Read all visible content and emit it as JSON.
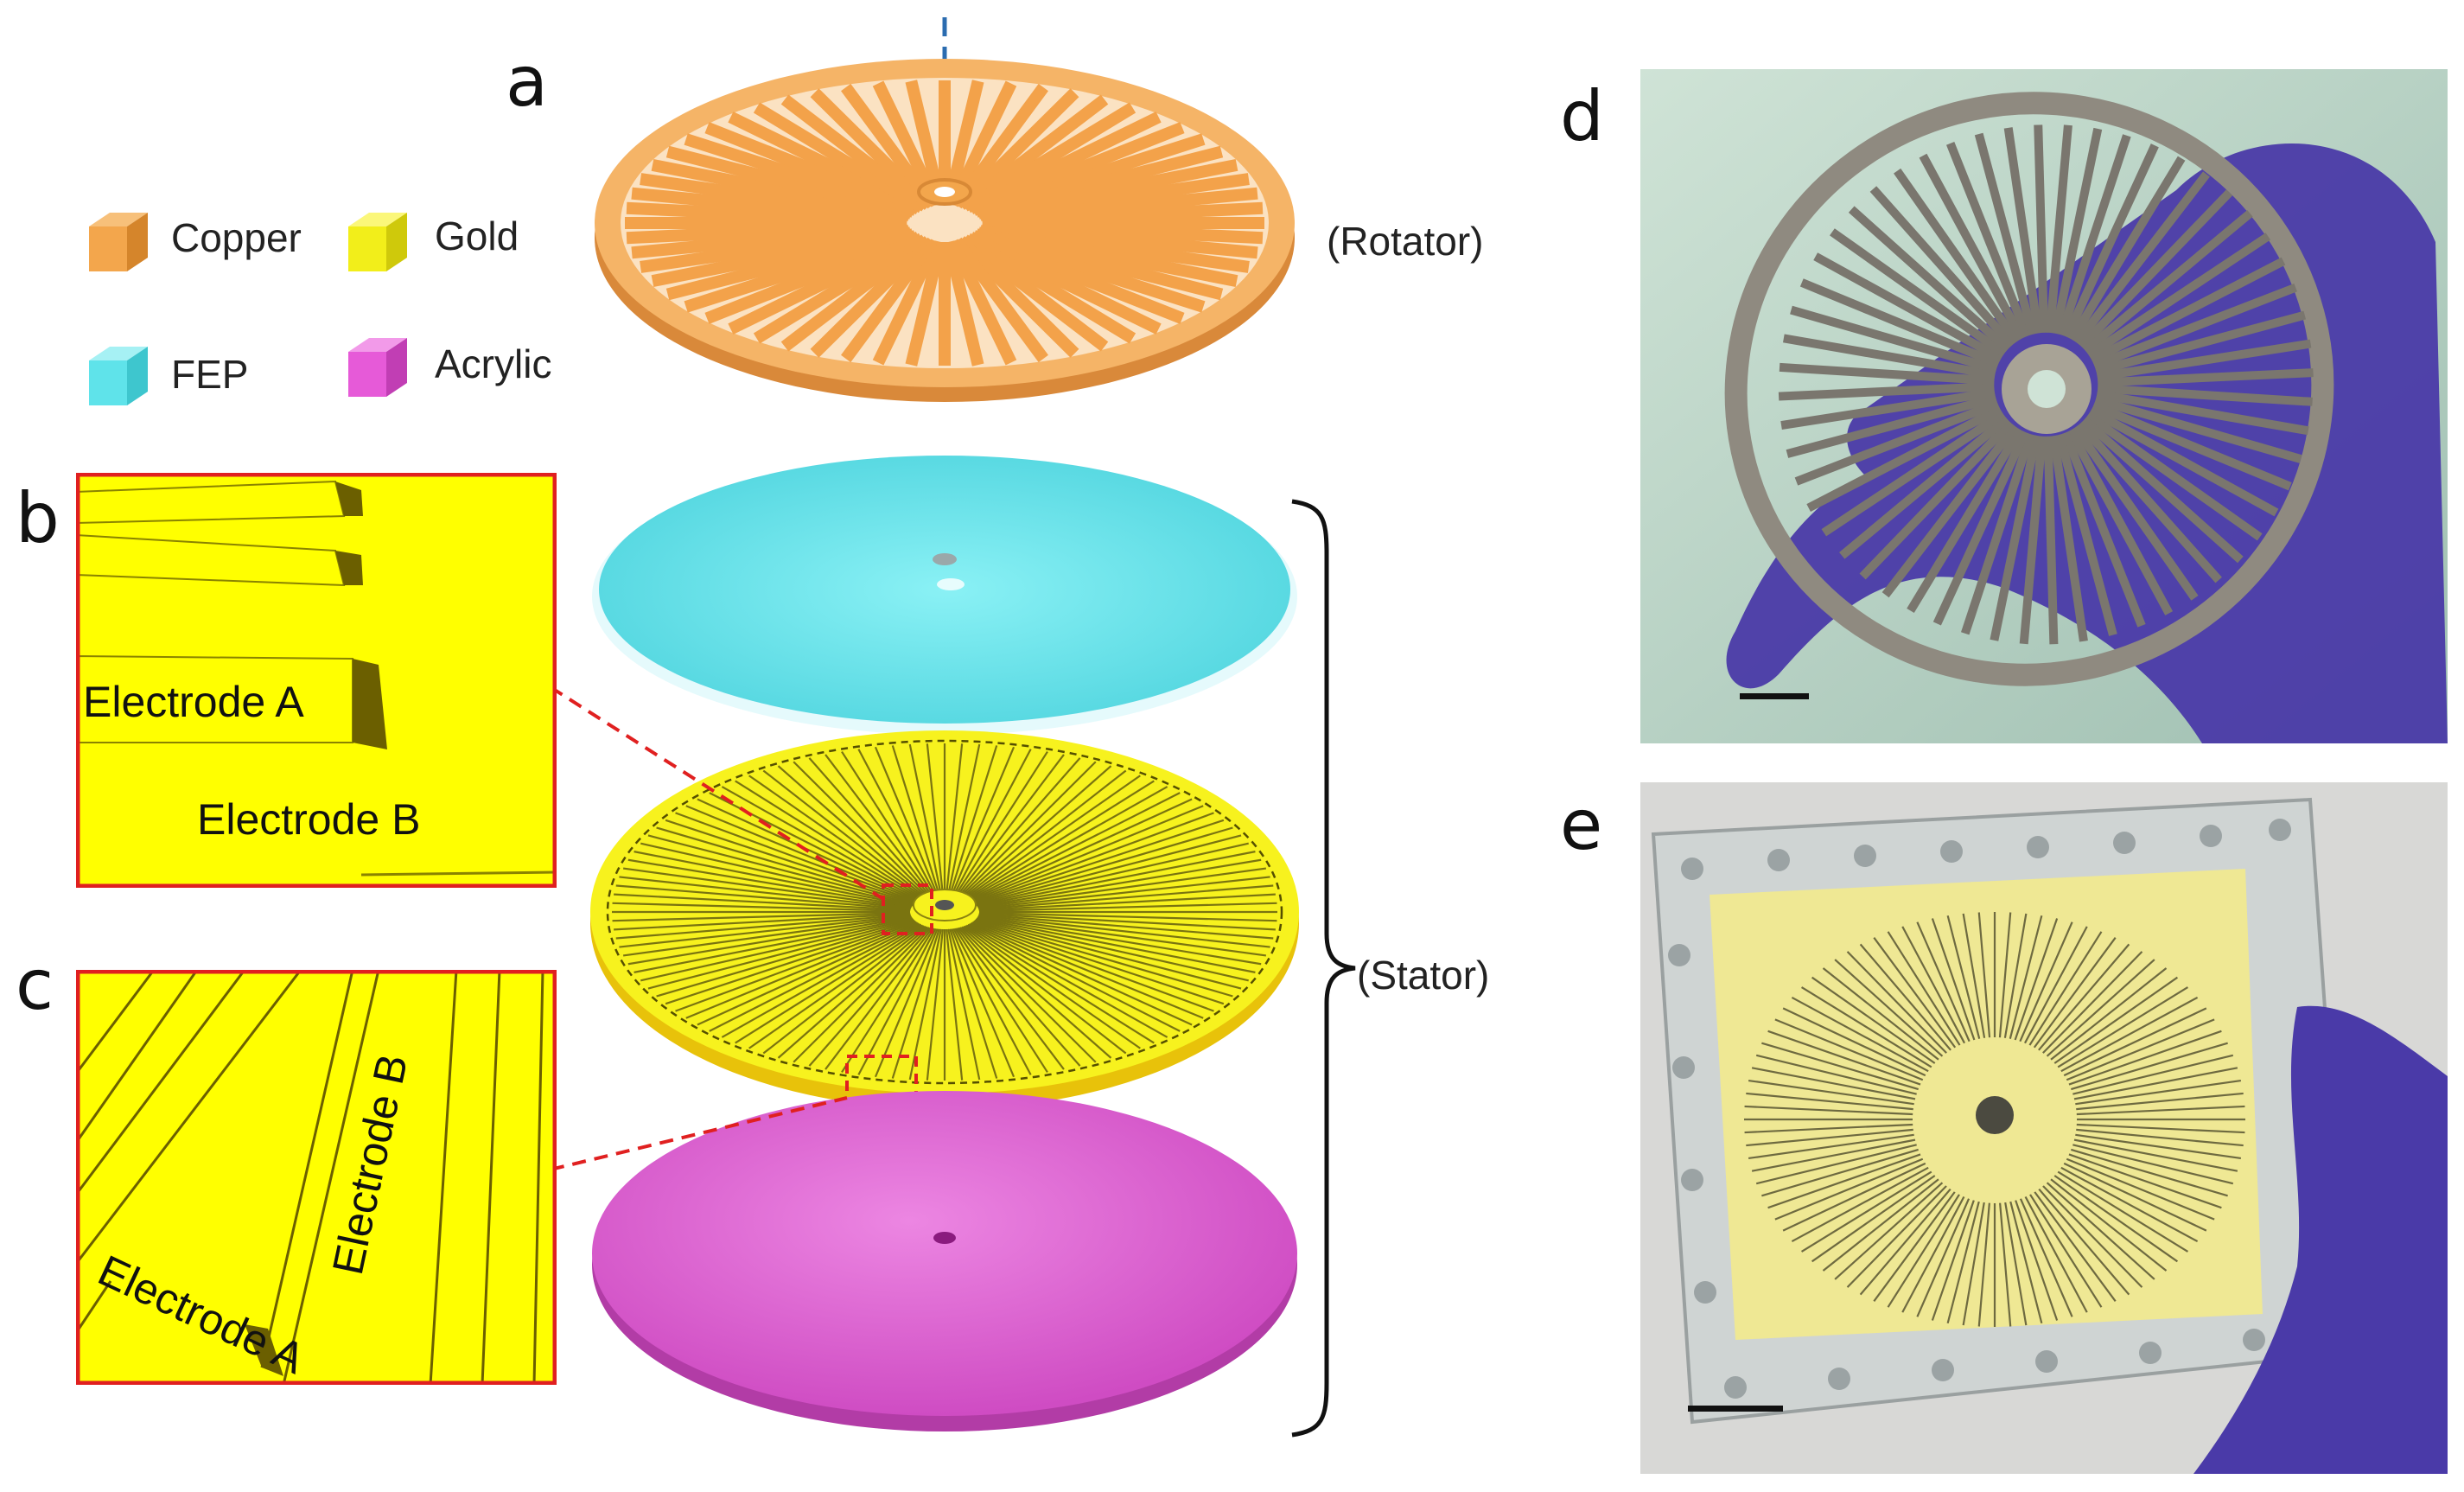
{
  "panels": {
    "a": "a",
    "b": "b",
    "c": "c",
    "d": "d",
    "e": "e"
  },
  "legend": [
    {
      "label": "Copper",
      "color": "#f3a64c"
    },
    {
      "label": "Gold",
      "color": "#f2ee1a"
    },
    {
      "label": "FEP",
      "color": "#5fe3ea"
    },
    {
      "label": "Acrylic",
      "color": "#e65ad8"
    }
  ],
  "annotations": {
    "rotator": "(Rotator)",
    "stator": "(Stator)"
  },
  "zoom_b": {
    "electrode_a": "Electrode A",
    "electrode_b": "Electrode B"
  },
  "zoom_c": {
    "electrode_a": "Electrode A",
    "electrode_b": "Electrode B"
  },
  "colors": {
    "copper": "#f3a64c",
    "gold": "#f4f01c",
    "fep": "#6fe6ec",
    "acrylic": "#e064d6",
    "highlight": "#e02020",
    "glove": "#4a3aa8"
  }
}
